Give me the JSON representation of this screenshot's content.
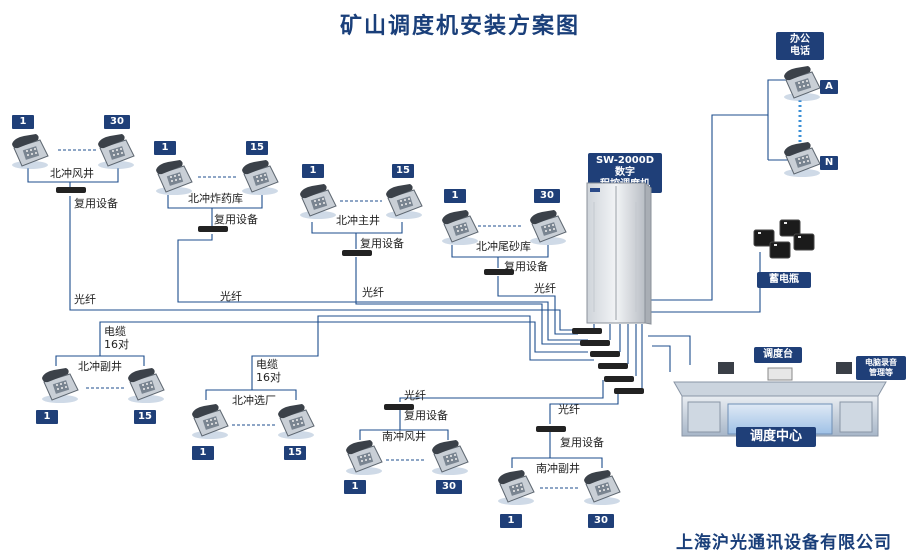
{
  "title": "矿山调度机安装方案图",
  "company": "上海沪光通讯设备有限公司",
  "groups": [
    {
      "name": "北冲风井",
      "mux_label": "复用设备",
      "first": "1",
      "last": "30"
    },
    {
      "name": "北冲炸药库",
      "mux_label": "复用设备",
      "first": "1",
      "last": "15"
    },
    {
      "name": "北冲主井",
      "mux_label": "复用设备",
      "first": "1",
      "last": "15"
    },
    {
      "name": "北冲尾砂库",
      "mux_label": "复用设备",
      "first": "1",
      "last": "30"
    },
    {
      "name": "北冲副井",
      "first": "1",
      "last": "15"
    },
    {
      "name": "北冲选厂",
      "first": "1",
      "last": "15"
    },
    {
      "name": "南冲风井",
      "mux_label": "复用设备",
      "first": "1",
      "last": "30"
    },
    {
      "name": "南冲副井",
      "mux_label": "复用设备",
      "first": "1",
      "last": "30"
    }
  ],
  "links": {
    "fiber": "光纤",
    "cable_1": "电缆",
    "cable_2": "16对"
  },
  "switch": {
    "label_1": "SW-2000D数字",
    "label_2": "程控调度机"
  },
  "office": {
    "label_1": "办公",
    "label_2": "电话",
    "a": "A",
    "n": "N"
  },
  "battery": "蓄电瓶",
  "console": "调度台",
  "recorder_1": "电脑录音",
  "recorder_2": "管理等",
  "center": "调度中心"
}
